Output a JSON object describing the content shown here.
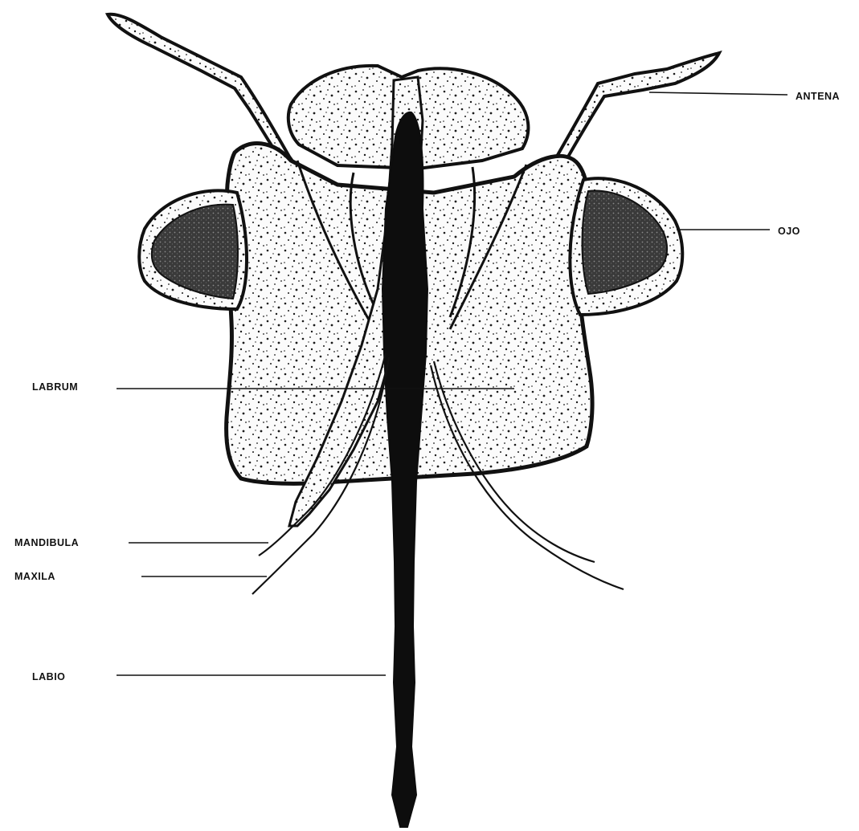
{
  "diagram": {
    "labels": {
      "antena": "ANTENA",
      "ojo": "OJO",
      "labrum": "LABRUM",
      "mandibula": "MANDIBULA",
      "maxila": "MAXILA",
      "labio": "LABIO"
    },
    "colors": {
      "ink": "#111111",
      "background": "#ffffff",
      "stipple": "#1a1a1a",
      "eye_fill": "#2a2a2a"
    }
  }
}
